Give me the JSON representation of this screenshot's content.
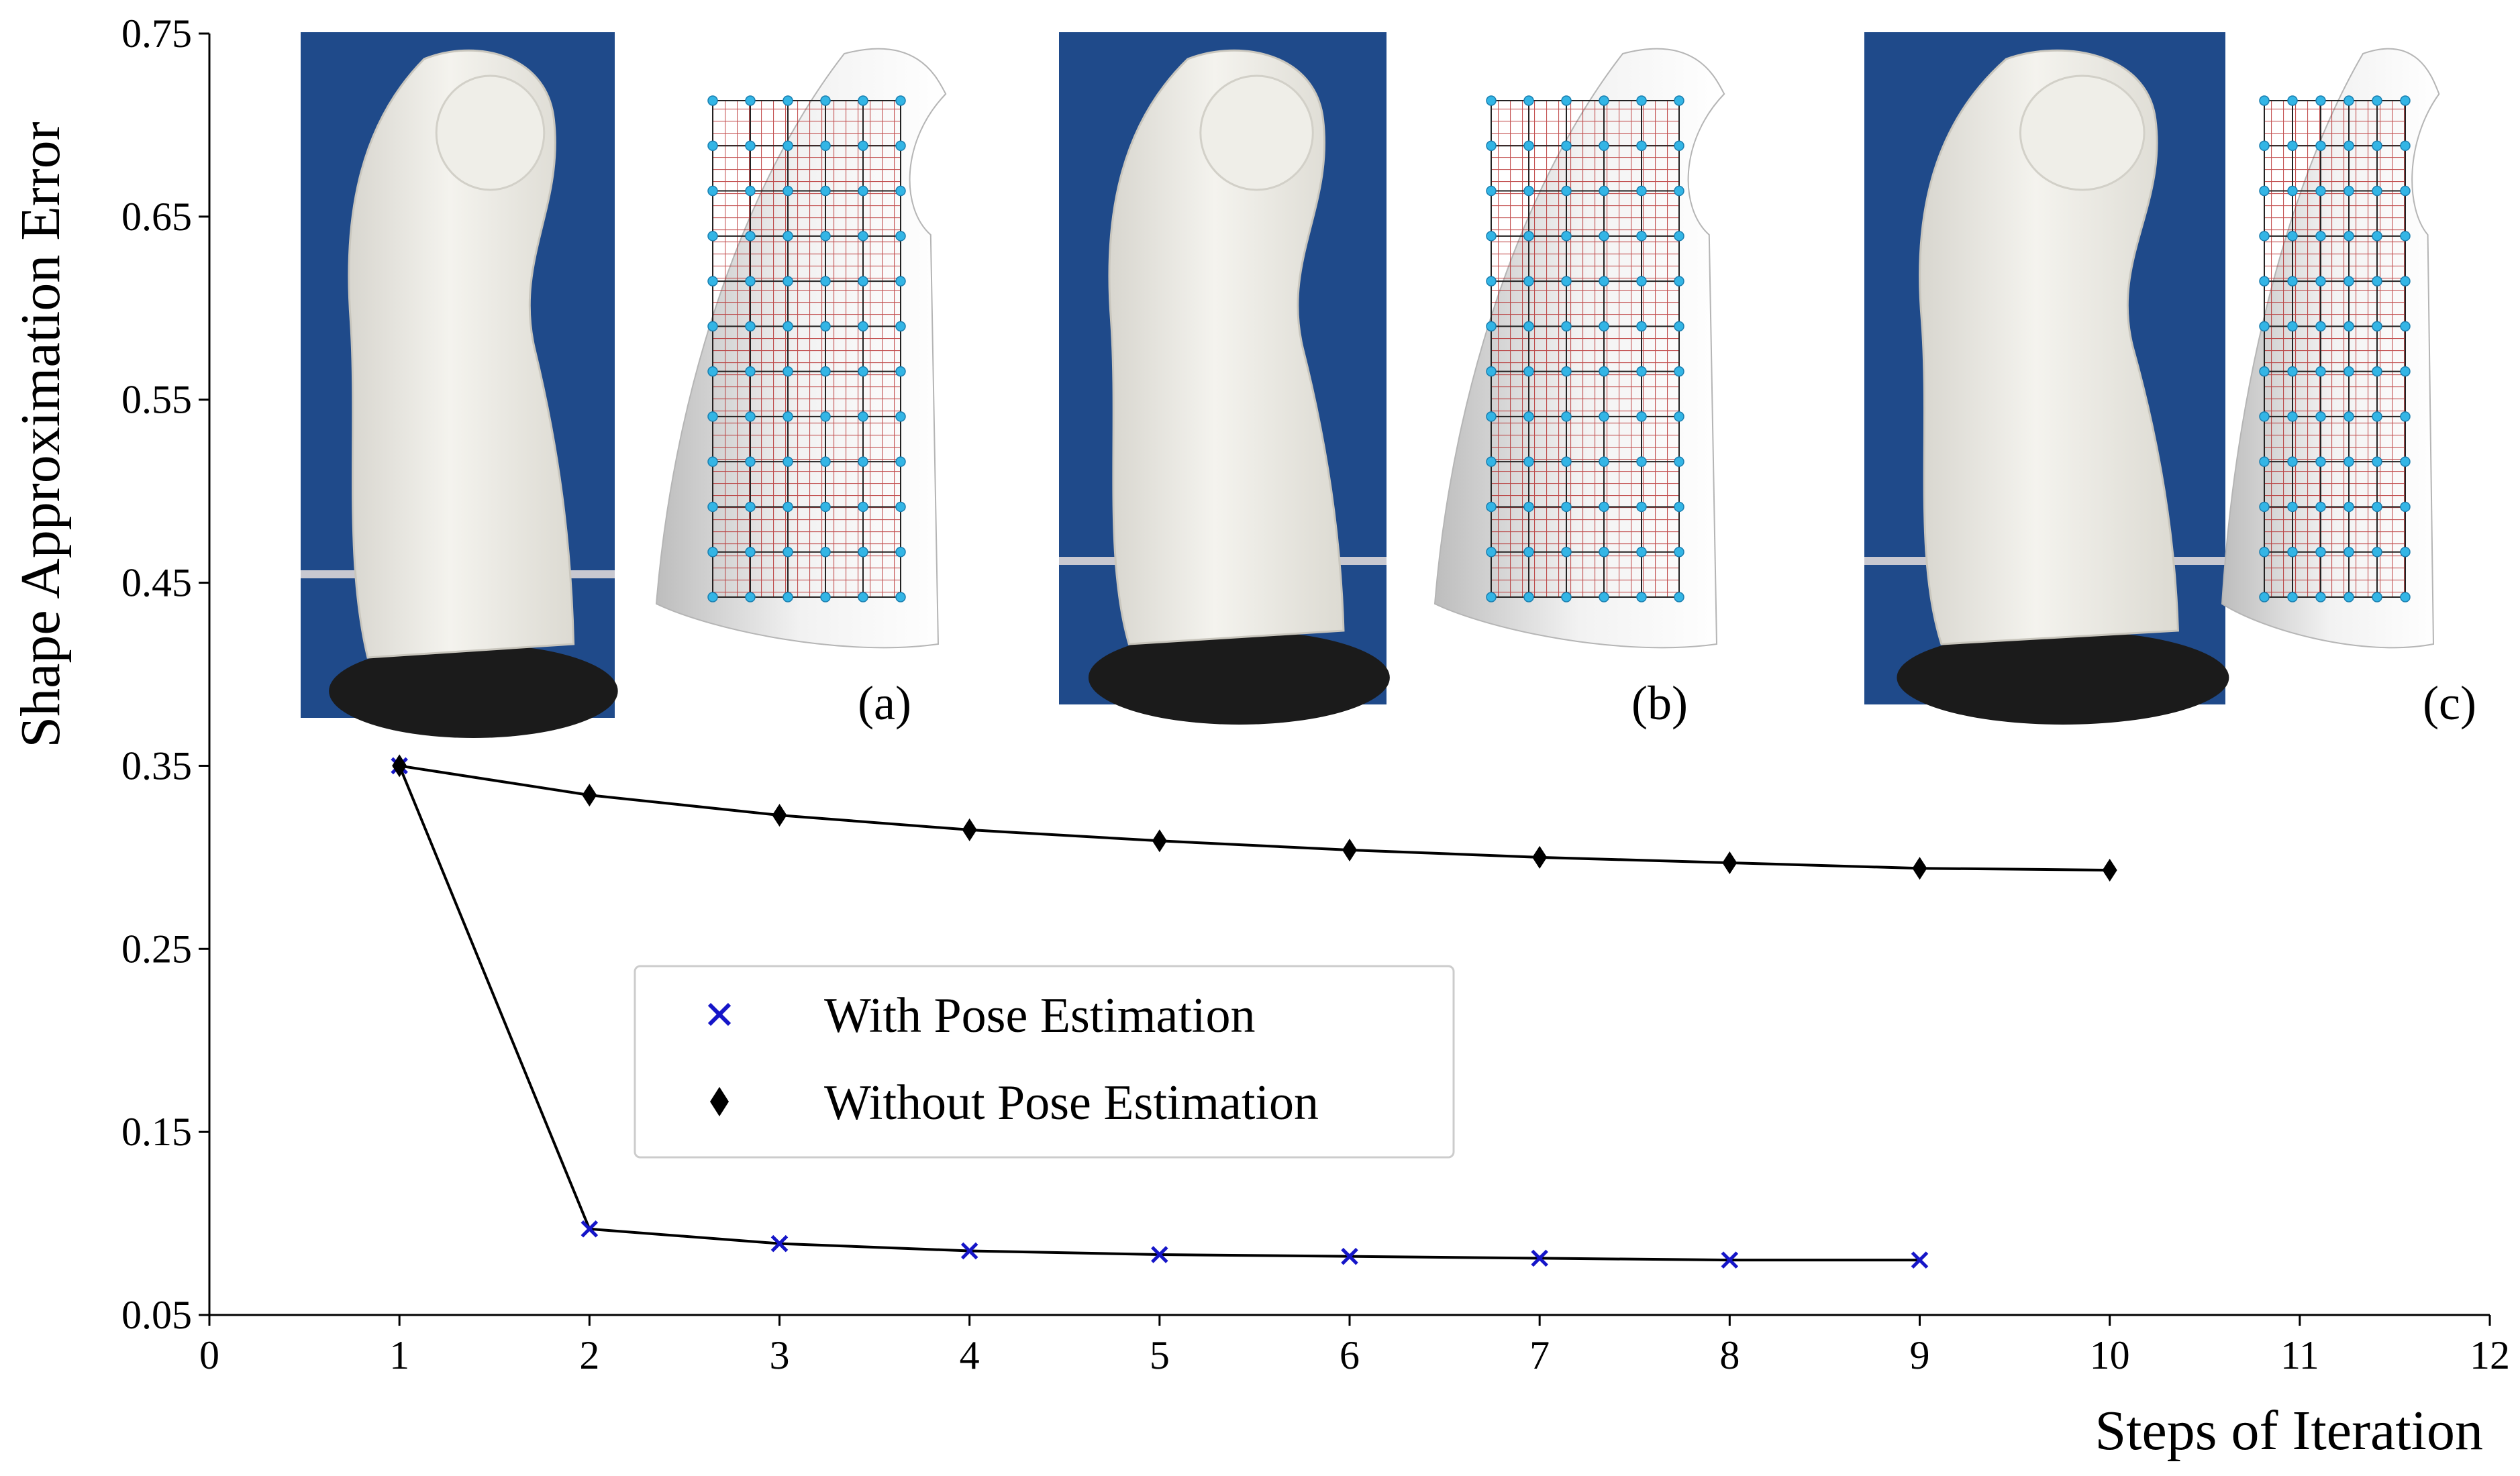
{
  "chart_data": {
    "type": "line",
    "xlabel": "Steps of Iteration",
    "ylabel": "Shape Approximation Error",
    "xlim": [
      0,
      12
    ],
    "ylim": [
      0.05,
      0.75
    ],
    "xticks": [
      "0",
      "1",
      "2",
      "3",
      "4",
      "5",
      "6",
      "7",
      "8",
      "9",
      "10",
      "11",
      "12"
    ],
    "yticks": [
      "0.05",
      "0.15",
      "0.25",
      "0.35",
      "0.45",
      "0.55",
      "0.65",
      "0.75"
    ],
    "grid": false,
    "legend_position": "center-left",
    "series": [
      {
        "name": "With Pose Estimation",
        "marker": "x",
        "color": "#1515c8",
        "x": [
          1,
          2,
          3,
          4,
          5,
          6,
          7,
          8,
          9
        ],
        "y": [
          0.35,
          0.097,
          0.089,
          0.085,
          0.083,
          0.082,
          0.081,
          0.08,
          0.08
        ]
      },
      {
        "name": "Without Pose Estimation",
        "marker": "diamond",
        "color": "#000000",
        "x": [
          1,
          2,
          3,
          4,
          5,
          6,
          7,
          8,
          9,
          10
        ],
        "y": [
          0.35,
          0.334,
          0.323,
          0.315,
          0.309,
          0.304,
          0.3,
          0.297,
          0.294,
          0.293
        ]
      }
    ],
    "insets": [
      {
        "label": "(a)",
        "photo_background": "#1f4a8a"
      },
      {
        "label": "(b)",
        "photo_background": "#1f4a8a"
      },
      {
        "label": "(c)",
        "photo_background": "#1f4a8a"
      }
    ]
  }
}
